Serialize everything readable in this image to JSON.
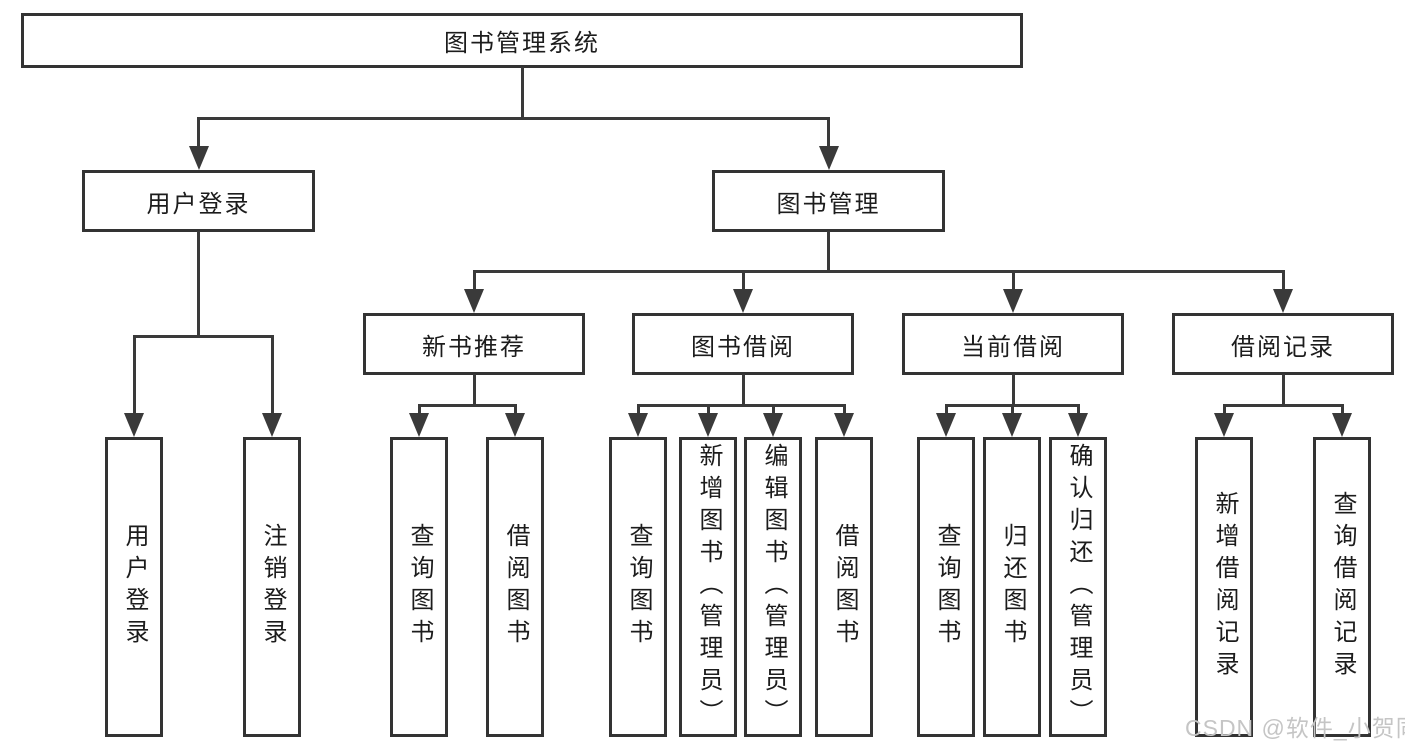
{
  "diagram_title": "图书管理系统",
  "watermark": "CSDN @软件_小贺同学",
  "colors": {
    "line": "#3a3a3a",
    "box_border": "#333333",
    "text": "#1c1c1c",
    "watermark": "#c5c5c5",
    "background": "#ffffff"
  },
  "nodes": [
    {
      "id": "root",
      "label": "图书管理系统",
      "orientation": "horizontal",
      "level": 1
    },
    {
      "id": "user-login",
      "label": "用户登录",
      "orientation": "horizontal",
      "level": 2
    },
    {
      "id": "book-mgmt",
      "label": "图书管理",
      "orientation": "horizontal",
      "level": 2
    },
    {
      "id": "new-book-rec",
      "label": "新书推荐",
      "orientation": "horizontal",
      "level": 3
    },
    {
      "id": "book-borrow",
      "label": "图书借阅",
      "orientation": "horizontal",
      "level": 3
    },
    {
      "id": "current-borrow",
      "label": "当前借阅",
      "orientation": "horizontal",
      "level": 3
    },
    {
      "id": "borrow-records",
      "label": "借阅记录",
      "orientation": "horizontal",
      "level": 3
    },
    {
      "id": "leaf-user-login",
      "label": "用户登录",
      "orientation": "vertical",
      "level": 4
    },
    {
      "id": "leaf-logout",
      "label": "注销登录",
      "orientation": "vertical",
      "level": 4
    },
    {
      "id": "leaf-nb-query",
      "label": "查询图书",
      "orientation": "vertical",
      "level": 4
    },
    {
      "id": "leaf-nb-borrow",
      "label": "借阅图书",
      "orientation": "vertical",
      "level": 4
    },
    {
      "id": "leaf-bb-query",
      "label": "查询图书",
      "orientation": "vertical",
      "level": 4
    },
    {
      "id": "leaf-bb-add",
      "label": "新增图书（管理员）",
      "orientation": "vertical",
      "level": 4
    },
    {
      "id": "leaf-bb-edit",
      "label": "编辑图书（管理员）",
      "orientation": "vertical",
      "level": 4
    },
    {
      "id": "leaf-bb-borrow",
      "label": "借阅图书",
      "orientation": "vertical",
      "level": 4
    },
    {
      "id": "leaf-cb-query",
      "label": "查询图书",
      "orientation": "vertical",
      "level": 4
    },
    {
      "id": "leaf-cb-return",
      "label": "归还图书",
      "orientation": "vertical",
      "level": 4
    },
    {
      "id": "leaf-cb-confirm",
      "label": "确认归还（管理员）",
      "orientation": "vertical",
      "level": 4
    },
    {
      "id": "leaf-br-add",
      "label": "新增借阅记录",
      "orientation": "vertical",
      "level": 4
    },
    {
      "id": "leaf-br-query",
      "label": "查询借阅记录",
      "orientation": "vertical",
      "level": 4
    }
  ],
  "edges": [
    {
      "parent": "root",
      "children": [
        "user-login",
        "book-mgmt"
      ]
    },
    {
      "parent": "user-login",
      "children": [
        "leaf-user-login",
        "leaf-logout"
      ]
    },
    {
      "parent": "book-mgmt",
      "children": [
        "new-book-rec",
        "book-borrow",
        "current-borrow",
        "borrow-records"
      ]
    },
    {
      "parent": "new-book-rec",
      "children": [
        "leaf-nb-query",
        "leaf-nb-borrow"
      ]
    },
    {
      "parent": "book-borrow",
      "children": [
        "leaf-bb-query",
        "leaf-bb-add",
        "leaf-bb-edit",
        "leaf-bb-borrow"
      ]
    },
    {
      "parent": "current-borrow",
      "children": [
        "leaf-cb-query",
        "leaf-cb-return",
        "leaf-cb-confirm"
      ]
    },
    {
      "parent": "borrow-records",
      "children": [
        "leaf-br-add",
        "leaf-br-query"
      ]
    }
  ]
}
